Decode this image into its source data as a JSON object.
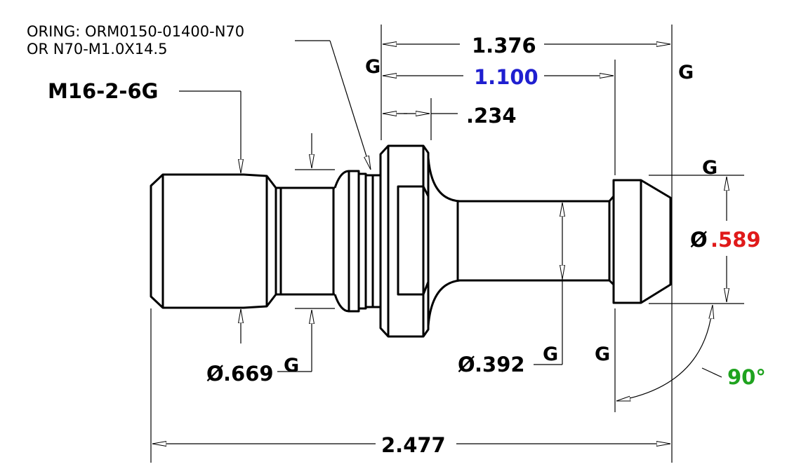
{
  "notes": {
    "oring_line1": "ORING: ORM0150-01400-N70",
    "oring_line2": "OR N70-M1.0X14.5",
    "thread": "M16-2-6G"
  },
  "dimensions": {
    "length_top": "1.376",
    "length_mid": "1.100",
    "length_small": ".234",
    "overall_length": "2.477",
    "dia_head": "Ø",
    "dia_head_value": ".589",
    "dia_thread": "Ø.669",
    "dia_shank": "Ø.392",
    "angle": "90°"
  },
  "grip_marks": {
    "g1": "G",
    "g2": "G",
    "g3": "G",
    "g4": "G",
    "g5": "G",
    "g6": "G"
  },
  "colors": {
    "length_mid": "#1f1fd0",
    "dia_head_value": "#e01a1a",
    "angle": "#1fa31f",
    "default": "#000000"
  }
}
